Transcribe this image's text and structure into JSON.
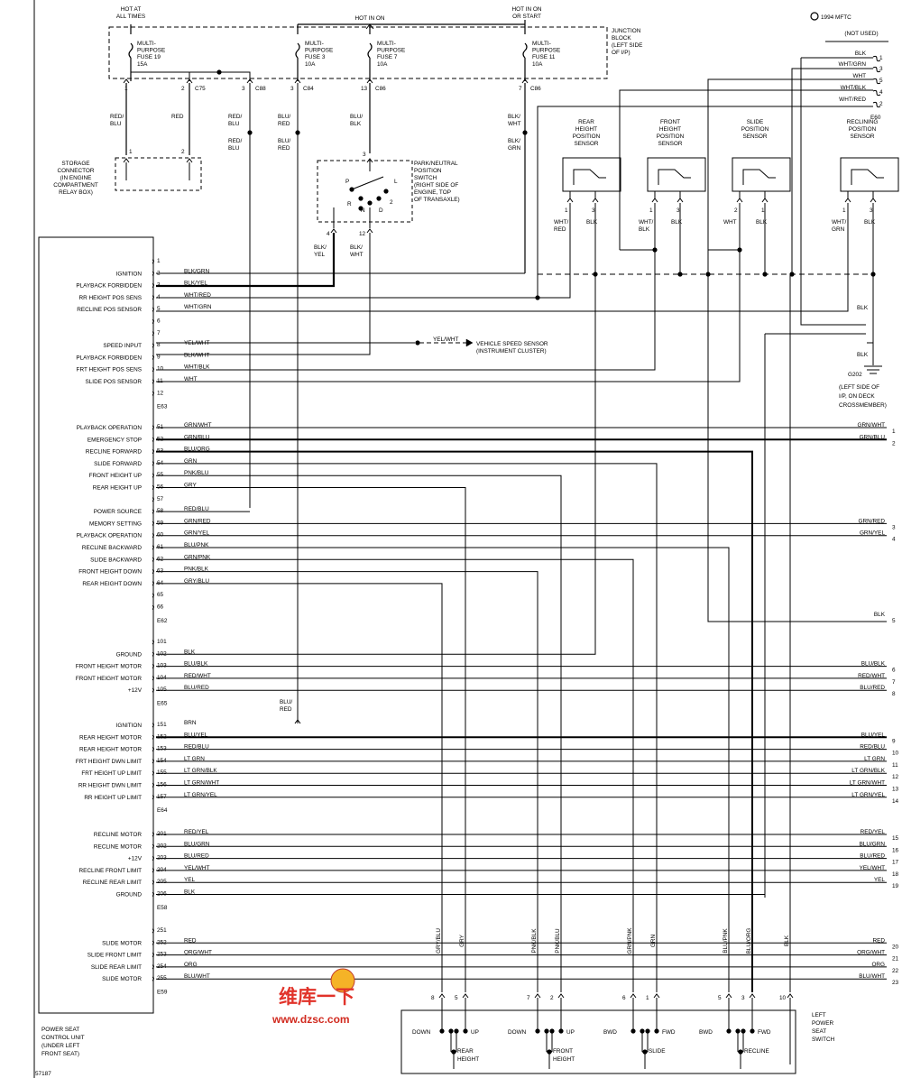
{
  "copyright": "1994 MFTC",
  "figure_id": "57187",
  "junction_block": {
    "label": [
      "JUNCTION",
      "BLOCK",
      "(LEFT SIDE",
      "OF I/P)"
    ],
    "hot_labels": [
      [
        "HOT AT",
        "ALL TIMES"
      ],
      [
        "HOT IN ON"
      ],
      [
        "HOT IN ON",
        "OR START"
      ]
    ],
    "fuses": [
      {
        "text": [
          "MULTI-",
          "PURPOSE",
          "FUSE 19",
          "15A"
        ]
      },
      {
        "text": [
          "MULTI-",
          "PURPOSE",
          "FUSE 3",
          "10A"
        ]
      },
      {
        "text": [
          "MULTI-",
          "PURPOSE",
          "FUSE 7",
          "10A"
        ]
      },
      {
        "text": [
          "MULTI-",
          "PURPOSE",
          "FUSE 11",
          "10A"
        ]
      }
    ],
    "pins": [
      {
        "num": "1",
        "conn": ""
      },
      {
        "num": "2",
        "conn": "C75"
      },
      {
        "num": "3",
        "conn": "C88"
      },
      {
        "num": "3",
        "conn": "C84"
      },
      {
        "num": "13",
        "conn": "C86"
      },
      {
        "num": "7",
        "conn": "C86"
      }
    ]
  },
  "storage_connector": {
    "label": [
      "STORAGE",
      "CONNECTOR",
      "(IN ENGINE",
      "COMPARTMENT",
      "RELAY BOX)"
    ],
    "pins": [
      "1",
      "2"
    ]
  },
  "pn_switch": {
    "label": [
      "PARK/NEUTRAL",
      "POSITION",
      "SWITCH",
      "(RIGHT SIDE OF",
      "ENGINE, TOP",
      "OF TRANSAXLE)"
    ],
    "positions": [
      "P",
      "L",
      "R",
      "N",
      "D",
      "2"
    ],
    "pins": [
      "3",
      "4",
      "12"
    ]
  },
  "upper_wires": {
    "red_blu": [
      "RED/",
      "BLU"
    ],
    "red": [
      "RED"
    ],
    "red_blu_2": [
      "RED/",
      "BLU"
    ],
    "red_blu_3": [
      "RED/",
      "BLU"
    ],
    "blu_red": [
      "BLU/",
      "RED"
    ],
    "blu_red_2": [
      "BLU/",
      "RED"
    ],
    "blu_blk": [
      "BLU/",
      "BLK"
    ],
    "blk_wht": [
      "BLK/",
      "WHT"
    ],
    "blk_grn": [
      "BLK/",
      "GRN"
    ],
    "blk_yel": [
      "BLK/",
      "YEL"
    ],
    "blk_wht_2": [
      "BLK/",
      "WHT"
    ]
  },
  "sensors": [
    {
      "name": [
        "REAR",
        "HEIGHT",
        "POSITION",
        "SENSOR"
      ],
      "pins": [
        "1",
        "3"
      ],
      "wires": [
        [
          "WHT/",
          "RED"
        ],
        [
          "BLK"
        ]
      ]
    },
    {
      "name": [
        "FRONT",
        "HEIGHT",
        "POSITION",
        "SENSOR"
      ],
      "pins": [
        "1",
        "3"
      ],
      "wires": [
        [
          "WHT/",
          "BLK"
        ],
        [
          "BLK"
        ]
      ]
    },
    {
      "name": [
        "SLIDE",
        "POSITION",
        "SENSOR"
      ],
      "pins": [
        "2",
        "1"
      ],
      "wires": [
        [
          "WHT"
        ],
        [
          "BLK"
        ]
      ]
    },
    {
      "name": [
        "RECLINING",
        "POSITION",
        "SENSOR"
      ],
      "pins": [
        "1",
        "3"
      ],
      "wires": [
        [
          "WHT/",
          "GRN"
        ],
        [
          "BLK"
        ]
      ]
    }
  ],
  "e60": {
    "title": "(NOT USED)",
    "name": "E60",
    "rows": [
      {
        "color": "BLK",
        "pin": "1"
      },
      {
        "color": "WHT/GRN",
        "pin": "3"
      },
      {
        "color": "WHT",
        "pin": "5"
      },
      {
        "color": "WHT/BLK",
        "pin": "4"
      },
      {
        "color": "WHT/RED",
        "pin": "2"
      }
    ]
  },
  "ground": {
    "wire_labels": [
      "BLK",
      "BLK"
    ],
    "name": "G202",
    "location": [
      "(LEFT SIDE OF",
      "I/P, ON DECK",
      "CROSSMEMBER)"
    ]
  },
  "vss": {
    "wire": "YEL/WHT",
    "label": [
      "VEHICLE SPEED SENSOR",
      "(INSTRUMENT CLUSTER)"
    ]
  },
  "psu": {
    "label": [
      "POWER SEAT",
      "CONTROL UNIT",
      "(UNDER LEFT",
      "FRONT SEAT)"
    ],
    "blocks": [
      {
        "name": "E63",
        "rows": [
          {
            "func": "",
            "pin": "1",
            "wire": ""
          },
          {
            "func": "IGNITION",
            "pin": "2",
            "wire": "BLK/GRN"
          },
          {
            "func": "PLAYBACK FORBIDDEN",
            "pin": "3",
            "wire": "BLK/YEL"
          },
          {
            "func": "RR HEIGHT POS SENS",
            "pin": "4",
            "wire": "WHT/RED"
          },
          {
            "func": "RECLINE POS SENSOR",
            "pin": "5",
            "wire": "WHT/GRN"
          },
          {
            "func": "",
            "pin": "6",
            "wire": ""
          },
          {
            "func": "",
            "pin": "7",
            "wire": ""
          },
          {
            "func": "SPEED INPUT",
            "pin": "8",
            "wire": "YEL/WHT"
          },
          {
            "func": "PLAYBACK FORBIDDEN",
            "pin": "9",
            "wire": "BLK/WHT"
          },
          {
            "func": "FRT HEIGHT POS SENS",
            "pin": "10",
            "wire": "WHT/BLK"
          },
          {
            "func": "SLIDE POS SENSOR",
            "pin": "11",
            "wire": "WHT"
          },
          {
            "func": "",
            "pin": "12",
            "wire": ""
          }
        ]
      },
      {
        "name": "E62",
        "rows": [
          {
            "func": "PLAYBACK OPERATION",
            "pin": "51",
            "wire": "GRN/WHT"
          },
          {
            "func": "EMERGENCY STOP",
            "pin": "52",
            "wire": "GRN/BLU"
          },
          {
            "func": "RECLINE FORWARD",
            "pin": "53",
            "wire": "BLU/ORG"
          },
          {
            "func": "SLIDE FORWARD",
            "pin": "54",
            "wire": "GRN"
          },
          {
            "func": "FRONT HEIGHT UP",
            "pin": "55",
            "wire": "PNK/BLU"
          },
          {
            "func": "REAR HEIGHT UP",
            "pin": "56",
            "wire": "GRY"
          },
          {
            "func": "",
            "pin": "57",
            "wire": ""
          },
          {
            "func": "POWER SOURCE",
            "pin": "58",
            "wire": "RED/BLU"
          },
          {
            "func": "MEMORY SETTING",
            "pin": "59",
            "wire": "GRN/RED"
          },
          {
            "func": "PLAYBACK OPERATION",
            "pin": "60",
            "wire": "GRN/YEL"
          },
          {
            "func": "RECLINE BACKWARD",
            "pin": "61",
            "wire": "BLU/PNK"
          },
          {
            "func": "SLIDE BACKWARD",
            "pin": "62",
            "wire": "GRN/PNK"
          },
          {
            "func": "FRONT HEIGHT DOWN",
            "pin": "63",
            "wire": "PNK/BLK"
          },
          {
            "func": "REAR HEIGHT DOWN",
            "pin": "64",
            "wire": "GRY/BLU"
          },
          {
            "func": "",
            "pin": "65",
            "wire": ""
          },
          {
            "func": "",
            "pin": "66",
            "wire": ""
          }
        ]
      },
      {
        "name": "E65",
        "rows": [
          {
            "func": "",
            "pin": "101",
            "wire": ""
          },
          {
            "func": "GROUND",
            "pin": "102",
            "wire": "BLK"
          },
          {
            "func": "FRONT HEIGHT MOTOR",
            "pin": "103",
            "wire": "BLU/BLK"
          },
          {
            "func": "FRONT HEIGHT MOTOR",
            "pin": "104",
            "wire": "RED/WHT"
          },
          {
            "func": "+12V",
            "pin": "105",
            "wire": "BLU/RED"
          }
        ]
      },
      {
        "name": "E64",
        "rows": [
          {
            "func": "IGNITION",
            "pin": "151",
            "wire": "BRN"
          },
          {
            "func": "REAR HEIGHT MOTOR",
            "pin": "152",
            "wire": "BLU/YEL"
          },
          {
            "func": "REAR HEIGHT MOTOR",
            "pin": "153",
            "wire": "RED/BLU"
          },
          {
            "func": "FRT HEIGHT DWN LIMIT",
            "pin": "154",
            "wire": "LT GRN"
          },
          {
            "func": "FRT HEIGHT UP LIMIT",
            "pin": "155",
            "wire": "LT GRN/BLK"
          },
          {
            "func": "RR HEIGHT DWN LIMIT",
            "pin": "156",
            "wire": "LT GRN/WHT"
          },
          {
            "func": "RR HEIGHT UP LIMIT",
            "pin": "157",
            "wire": "LT GRN/YEL"
          }
        ]
      },
      {
        "name": "E58",
        "rows": [
          {
            "func": "RECLINE MOTOR",
            "pin": "201",
            "wire": "RED/YEL"
          },
          {
            "func": "RECLINE MOTOR",
            "pin": "202",
            "wire": "BLU/GRN"
          },
          {
            "func": "+12V",
            "pin": "203",
            "wire": "BLU/RED"
          },
          {
            "func": "RECLINE FRONT LIMIT",
            "pin": "204",
            "wire": "YEL/WHT"
          },
          {
            "func": "RECLINE REAR LIMIT",
            "pin": "205",
            "wire": "YEL"
          },
          {
            "func": "GROUND",
            "pin": "206",
            "wire": "BLK"
          }
        ]
      },
      {
        "name": "E59",
        "rows": [
          {
            "func": "",
            "pin": "251",
            "wire": ""
          },
          {
            "func": "SLIDE MOTOR",
            "pin": "252",
            "wire": "RED"
          },
          {
            "func": "SLIDE FRONT LIMIT",
            "pin": "253",
            "wire": "ORG/WHT"
          },
          {
            "func": "SLIDE REAR LIMIT",
            "pin": "254",
            "wire": "ORG"
          },
          {
            "func": "SLIDE MOTOR",
            "pin": "255",
            "wire": "BLU/WHT"
          }
        ]
      }
    ]
  },
  "right_outputs": [
    {
      "color": "GRN/WHT",
      "num": "1"
    },
    {
      "color": "GRN/BLU",
      "num": "2"
    },
    {
      "color": "GRN/RED",
      "num": "3"
    },
    {
      "color": "GRN/YEL",
      "num": "4"
    },
    {
      "color": "BLK",
      "num": "5"
    },
    {
      "color": "BLU/BLK",
      "num": "6"
    },
    {
      "color": "RED/WHT",
      "num": "7"
    },
    {
      "color": "BLU/RED",
      "num": "8"
    },
    {
      "color": "BLU/YEL",
      "num": "9"
    },
    {
      "color": "RED/BLU",
      "num": "10"
    },
    {
      "color": "LT GRN",
      "num": "11"
    },
    {
      "color": "LT GRN/BLK",
      "num": "12"
    },
    {
      "color": "LT GRN/WHT",
      "num": "13"
    },
    {
      "color": "LT GRN/YEL",
      "num": "14"
    },
    {
      "color": "RED/YEL",
      "num": "15"
    },
    {
      "color": "BLU/GRN",
      "num": "16"
    },
    {
      "color": "BLU/RED",
      "num": "17"
    },
    {
      "color": "YEL/WHT",
      "num": "18"
    },
    {
      "color": "YEL",
      "num": "19"
    },
    {
      "color": "RED",
      "num": "20"
    },
    {
      "color": "ORG/WHT",
      "num": "21"
    },
    {
      "color": "ORG",
      "num": "22"
    },
    {
      "color": "BLU/WHT",
      "num": "23"
    }
  ],
  "blu_red_pin105": [
    "BLU/",
    "RED"
  ],
  "seat_switch": {
    "label": [
      "LEFT",
      "POWER",
      "SEAT",
      "SWITCH"
    ],
    "vertical_wires": [
      "GRY/BLU",
      "GRY",
      "PNK/BLK",
      "PNK/BLU",
      "GRN/PNK",
      "GRN",
      "BLU/PNK",
      "BLU/ORG",
      "BLK"
    ],
    "pins": [
      "8",
      "5",
      "7",
      "2",
      "6",
      "1",
      "5",
      "3",
      "10"
    ],
    "groups": [
      {
        "down": "DOWN",
        "up": "UP",
        "name": [
          "REAR",
          "HEIGHT"
        ]
      },
      {
        "down": "DOWN",
        "up": "UP",
        "name": [
          "FRONT",
          "HEIGHT"
        ]
      },
      {
        "down": "BWD",
        "up": "FWD",
        "name": [
          "SLIDE"
        ]
      },
      {
        "down": "BWD",
        "up": "FWD",
        "name": [
          "RECLINE"
        ]
      }
    ]
  },
  "watermark": {
    "cn": "维库一下",
    "url": "www.dzsc.com"
  }
}
